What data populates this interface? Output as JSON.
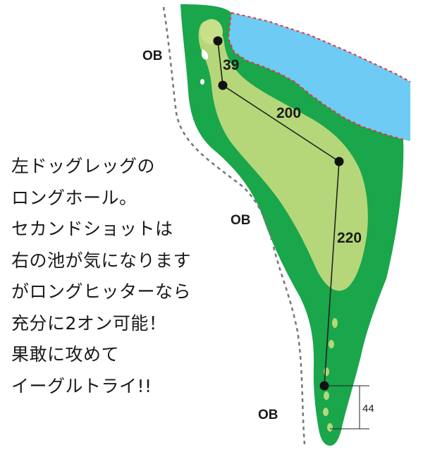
{
  "description_lines": [
    "左ドッグレッグの",
    "ロングホール。",
    "セカンドショットは",
    "右の池が気になります",
    "がロングヒッターなら",
    "充分に2オン可能！",
    "果敢に攻めて",
    "イーグルトライ!!"
  ],
  "ob_labels": [
    "OB",
    "OB",
    "OB"
  ],
  "distances": {
    "tee_shot": "220",
    "second_shot": "200",
    "approach": "39",
    "tee_spacing": "44"
  },
  "colors": {
    "rough": "#1aa64b",
    "fairway": "#b5d77a",
    "water": "#6dcbf4",
    "hazard_line": "#e8343a",
    "ob_line": "#777777",
    "shot_line": "#222222"
  }
}
